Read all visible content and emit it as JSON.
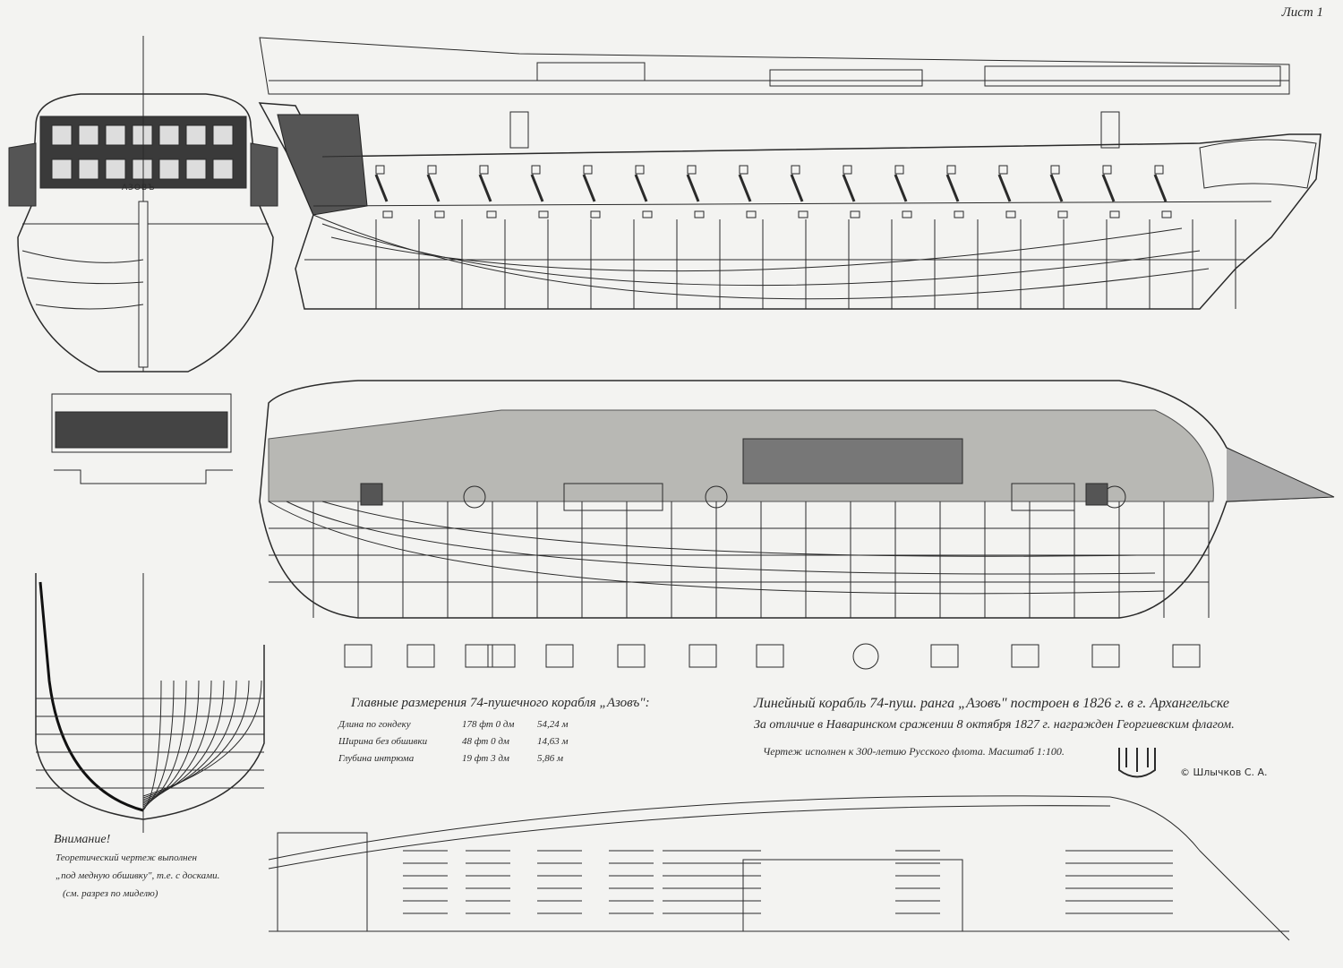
{
  "sheet_label": "Лист 1",
  "stern_name": "АЗОВЪ",
  "dimensions": {
    "title": "Главные размерения 74-пушечного корабля „Азовъ\":",
    "rows": [
      {
        "label": "Длина по гондеку",
        "imperial": "178 фт 0 дм",
        "metric": "54,24 м"
      },
      {
        "label": "Ширина без обшивки",
        "imperial": "48 фт 0 дм",
        "metric": "14,63 м"
      },
      {
        "label": "Глубина интрюма",
        "imperial": "19 фт 3 дм",
        "metric": "5,86 м"
      }
    ]
  },
  "title_block": {
    "line1": "Линейный корабль 74-пуш. ранга „Азовъ\" построен в 1826 г. в г. Архангельске",
    "line2": "За отличие в Наваринском сражении 8 октября 1827 г. награжден Георгиевским флагом.",
    "line3": "Чертеж исполнен к 300-летию Русского флота. Масштаб 1:100.",
    "author": "© Шлычков С. А."
  },
  "note": {
    "heading": "Внимание!",
    "line1": "Теоретический чертеж выполнен",
    "line2": "„под медную обшивку\", т.е. с досками.",
    "line3": "(см. разрез по миделю)"
  },
  "colors": {
    "paper": "#f3f3f1",
    "ink": "#2a2a2a",
    "dark": "#1a1a1a"
  }
}
